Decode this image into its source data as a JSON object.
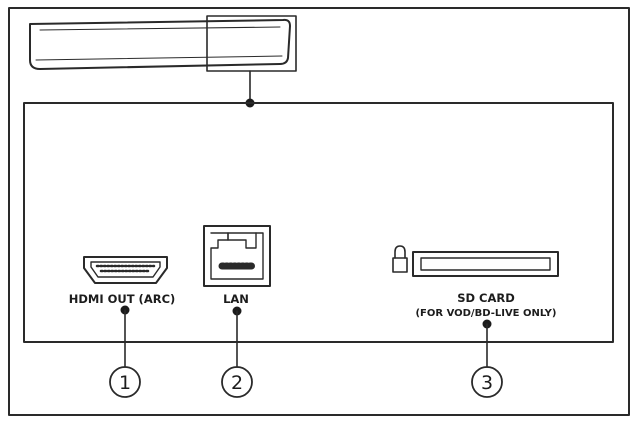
{
  "diagram": {
    "ports": [
      {
        "id": "hdmi",
        "label": "HDMI OUT (ARC)",
        "number": "1"
      },
      {
        "id": "lan",
        "label": "LAN",
        "number": "2"
      },
      {
        "id": "sd",
        "label_line1": "SD CARD",
        "label_line2": "(FOR VOD/BD-LIVE ONLY)",
        "number": "3"
      }
    ]
  }
}
